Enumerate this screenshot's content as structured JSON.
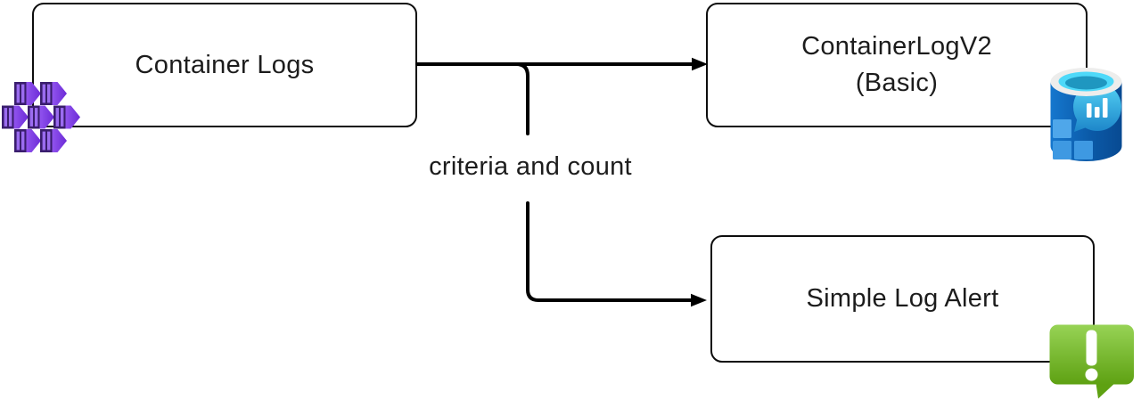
{
  "diagram": {
    "type": "flow",
    "nodes": [
      {
        "id": "container-logs",
        "label": "Container Logs",
        "icon": "containers-icon"
      },
      {
        "id": "containerlogv2",
        "label_line1": "ContainerLogV2",
        "label_line2": "(Basic)",
        "icon": "log-analytics-workspace-icon"
      },
      {
        "id": "simple-log-alert",
        "label": "Simple Log Alert",
        "icon": "alert-icon"
      }
    ],
    "edges": [
      {
        "from": "container-logs",
        "to": "containerlogv2",
        "label": ""
      },
      {
        "from": "container-logs",
        "to": "simple-log-alert",
        "label": "criteria and count"
      }
    ],
    "colors": {
      "line": "#000000",
      "node_border": "#0d0d0d",
      "node_fill": "#ffffff",
      "text": "#1c1c1c",
      "container_purple": "#7c3bdf",
      "container_purple_dark": "#3a1d6e",
      "log_analytics_blue": "#0b5aa8",
      "log_analytics_cyan": "#4ed9f9",
      "alert_green": "#76b82a"
    }
  }
}
